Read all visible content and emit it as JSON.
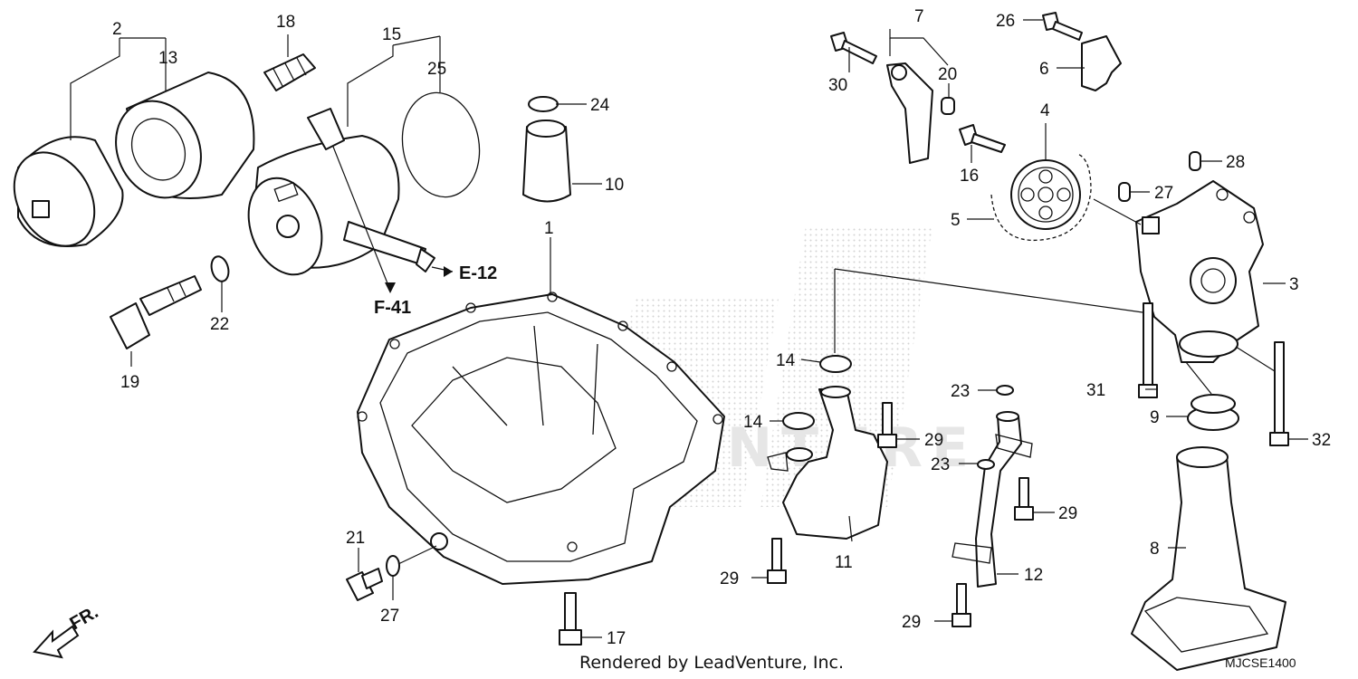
{
  "diagram": {
    "part_labels": [
      "1",
      "2",
      "3",
      "4",
      "5",
      "6",
      "7",
      "8",
      "9",
      "10",
      "11",
      "12",
      "13",
      "14",
      "14",
      "15",
      "16",
      "17",
      "18",
      "19",
      "20",
      "21",
      "22",
      "23",
      "23",
      "24",
      "25",
      "26",
      "27",
      "27",
      "28",
      "29",
      "29",
      "29",
      "29",
      "30",
      "31",
      "32"
    ],
    "references": {
      "e12": "E-12",
      "f41": "F-41"
    },
    "front_marker": "FR.",
    "credit": "Rendered by LeadVenture, Inc.",
    "diagram_code": "MJCSE1400",
    "watermark": "LEADVENTURE"
  }
}
